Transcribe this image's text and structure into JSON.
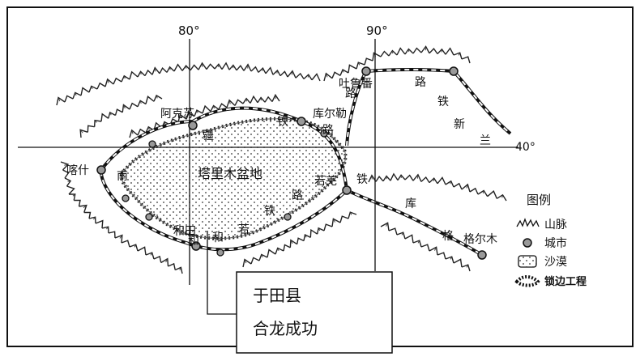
{
  "map": {
    "longitude_labels": [
      "80°",
      "90°"
    ],
    "latitude_labels": [
      "40°"
    ],
    "basin_label": "塔里木盆地",
    "cities": [
      {
        "name": "吐鲁番"
      },
      {
        "name": "阿克苏"
      },
      {
        "name": "库尔勒"
      },
      {
        "name": "喀什"
      },
      {
        "name": "若羌"
      },
      {
        "name": "和田"
      },
      {
        "name": "格尔木"
      }
    ],
    "railway_labels": {
      "nanjiang": [
        "南",
        "疆",
        "铁",
        "路"
      ],
      "lanxin": [
        "路",
        "铁",
        "新",
        "兰"
      ],
      "hetian_ruoqiang": [
        "和",
        "若",
        "铁",
        "路"
      ],
      "gekuruo": [
        "格",
        "库",
        "铁"
      ]
    },
    "callout": {
      "line1": "于田县",
      "line2": "合龙成功"
    },
    "legend": {
      "title": "图例",
      "items": [
        {
          "icon": "mountain-icon",
          "label": "山脉"
        },
        {
          "icon": "city-dot-icon",
          "label": "城市"
        },
        {
          "icon": "desert-icon",
          "label": "沙漠"
        },
        {
          "icon": "lock-edge-icon",
          "label": "锁边工程"
        }
      ]
    }
  }
}
